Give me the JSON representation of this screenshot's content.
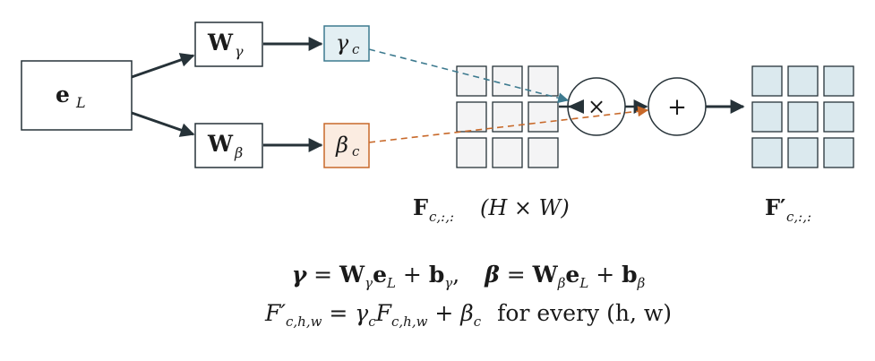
{
  "nodes": {
    "input": {
      "main": "e",
      "sub": "L"
    },
    "w_gamma": {
      "main": "W",
      "sub": "γ"
    },
    "w_beta": {
      "main": "W",
      "sub": "β"
    },
    "gamma": {
      "main": "γ",
      "sub": "c"
    },
    "beta": {
      "main": "β",
      "sub": "c"
    },
    "multiply": {
      "symbol": "×"
    },
    "add": {
      "symbol": "+"
    }
  },
  "labels": {
    "feature_map": {
      "main": "F",
      "sub": "c,:,:",
      "rest": "(H × W)"
    },
    "output_map": {
      "main": "F′",
      "sub": "c,:,:"
    }
  },
  "equations": {
    "line1": {
      "gamma": "γ",
      "eq1": " = ",
      "w1": "W",
      "w1_sub": "γ",
      "e1": "e",
      "e1_sub": "L",
      "plus1": " + ",
      "b1": "b",
      "b1_sub": "γ",
      "comma": ",",
      "beta": "β",
      "eq2": " = ",
      "w2": "W",
      "w2_sub": "β",
      "e2": "e",
      "e2_sub": "L",
      "plus2": " + ",
      "b2": "b",
      "b2_sub": "β"
    },
    "line2": {
      "lhs": "F′",
      "lhs_sub": "c,h,w",
      "eq": " = ",
      "g": "γ",
      "g_sub": "c",
      "f": "F",
      "f_sub": "c,h,w",
      "plus": " + ",
      "b": "β",
      "b_sub": "c",
      "tail": "for every (h, w)"
    }
  },
  "colors": {
    "stroke": "#263238",
    "gamma_stroke": "#3d7a8f",
    "gamma_fill": "#e3eff3",
    "beta_stroke": "#c8692a",
    "beta_fill": "#fbece1",
    "grid_fill": "#f4f4f5",
    "out_fill": "#dbe9ee"
  }
}
